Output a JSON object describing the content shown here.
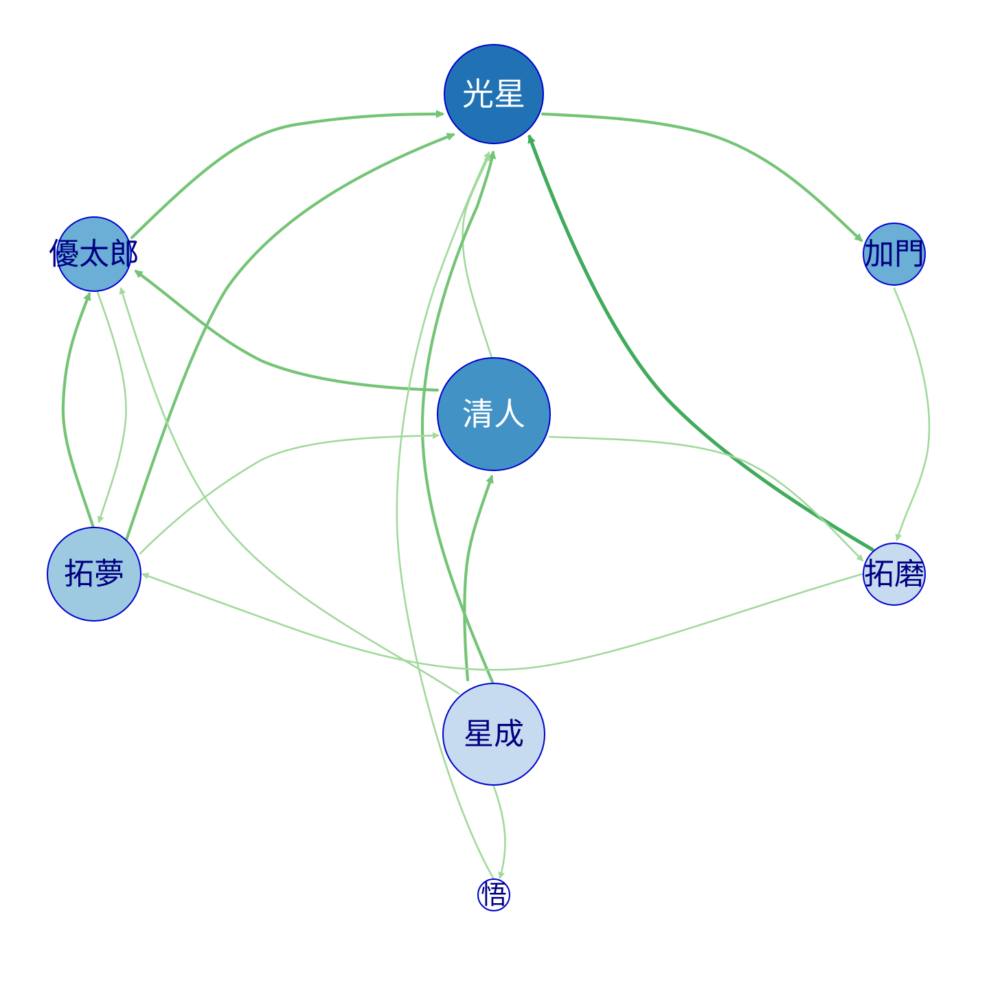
{
  "graph": {
    "colors": {
      "background": "#ffffff",
      "node_stroke": "#0000cd",
      "edge_light": "#a1d99b",
      "edge_mid": "#74c476",
      "edge_dark": "#41ab5d"
    },
    "nodes": [
      {
        "id": "kousei",
        "label": "光星",
        "fill": "#2171b5",
        "text_color": "#ffffff"
      },
      {
        "id": "kiyoto",
        "label": "清人",
        "fill": "#4292c6",
        "text_color": "#ffffff"
      },
      {
        "id": "yutaro",
        "label": "優太郎",
        "fill": "#6baed6",
        "text_color": "#000080"
      },
      {
        "id": "kamon",
        "label": "加門",
        "fill": "#6baed6",
        "text_color": "#000080"
      },
      {
        "id": "takumu",
        "label": "拓夢",
        "fill": "#9ecae1",
        "text_color": "#000080"
      },
      {
        "id": "takuma",
        "label": "拓磨",
        "fill": "#c6dbef",
        "text_color": "#000080"
      },
      {
        "id": "seisei",
        "label": "星成",
        "fill": "#c6dbef",
        "text_color": "#000080"
      },
      {
        "id": "satoru",
        "label": "悟",
        "fill": "#ffffff",
        "text_color": "#000080"
      }
    ],
    "edges": [
      {
        "from": "yutaro",
        "to": "kousei",
        "weight": "mid"
      },
      {
        "from": "takumu",
        "to": "kousei",
        "weight": "mid"
      },
      {
        "from": "kiyoto",
        "to": "kousei",
        "weight": "light"
      },
      {
        "from": "seisei",
        "to": "kousei",
        "weight": "mid"
      },
      {
        "from": "takuma",
        "to": "kousei",
        "weight": "dark"
      },
      {
        "from": "kousei",
        "to": "kamon",
        "weight": "mid"
      },
      {
        "from": "kiyoto",
        "to": "yutaro",
        "weight": "mid"
      },
      {
        "from": "seisei",
        "to": "yutaro",
        "weight": "light"
      },
      {
        "from": "takumu",
        "to": "yutaro",
        "weight": "mid"
      },
      {
        "from": "yutaro",
        "to": "takumu",
        "weight": "light"
      },
      {
        "from": "takumu",
        "to": "kiyoto",
        "weight": "light"
      },
      {
        "from": "seisei",
        "to": "kiyoto",
        "weight": "mid"
      },
      {
        "from": "kiyoto",
        "to": "takuma",
        "weight": "light"
      },
      {
        "from": "kamon",
        "to": "takuma",
        "weight": "light"
      },
      {
        "from": "takuma",
        "to": "takumu",
        "weight": "light"
      },
      {
        "from": "seisei",
        "to": "satoru",
        "weight": "light"
      },
      {
        "from": "satoru",
        "to": "kousei",
        "weight": "light"
      }
    ]
  }
}
